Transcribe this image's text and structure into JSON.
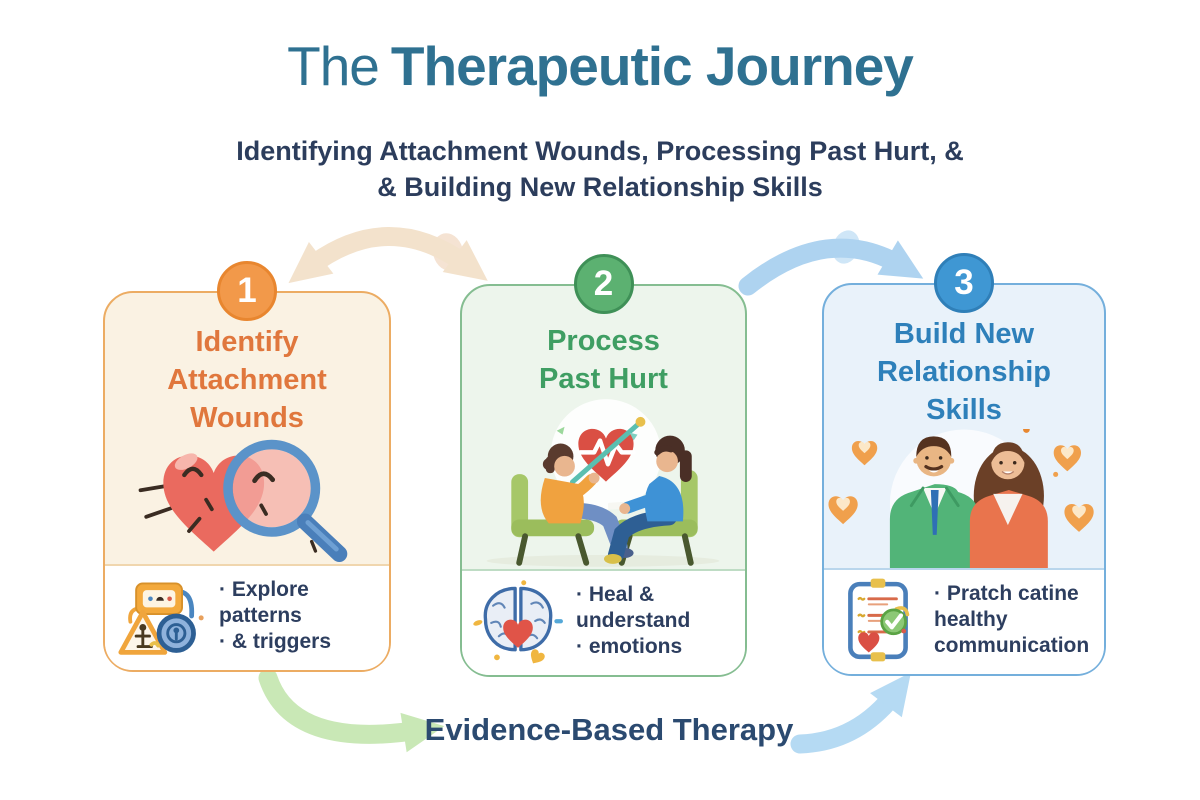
{
  "title": {
    "prefix": "The",
    "main": "Therapeutic Journey"
  },
  "subtitle": {
    "line1": "Identifying Attachment Wounds, Processing Past Hurt, &",
    "line2": "& Building New Relationship Skills"
  },
  "steps": [
    {
      "number": "1",
      "title_lines": [
        "Identify",
        "Attachment",
        "Wounds"
      ],
      "bullets": [
        "· Explore",
        "patterns",
        "· & triggers"
      ],
      "accent": "#e0773d",
      "border": "#ecac63",
      "background": "#faf2e3",
      "badge_color": "#f2994a"
    },
    {
      "number": "2",
      "title_lines": [
        "Process",
        "Past Hurt"
      ],
      "bullets": [
        "· Heal &",
        "understand",
        "· emotions"
      ],
      "accent": "#3f9e63",
      "border": "#85bd91",
      "background": "#edf5ec",
      "badge_color": "#5cb171"
    },
    {
      "number": "3",
      "title_lines": [
        "Build New",
        "Relationship",
        "Skills"
      ],
      "bullets": [
        "· Pratch catine",
        "healthy",
        "communication"
      ],
      "accent": "#2e80ba",
      "border": "#74afdc",
      "background": "#e9f2fa",
      "badge_color": "#3f97d3"
    }
  ],
  "footer": {
    "label": "Evidence-Based Therapy"
  },
  "icons": {
    "step1_illustration": "cracked-heart-magnifier-icon",
    "step1_detail": "warning-device-lock-icon",
    "step2_illustration": "therapy-session-icon",
    "step2_detail": "brain-heart-icon",
    "step3_illustration": "couple-hearts-icon",
    "step3_detail": "checklist-check-icon"
  },
  "colors": {
    "title_teal": "#2f7191",
    "subtitle_navy": "#2c3d5c",
    "bullet_navy": "#2d3e5f",
    "footer_navy": "#2b4a70",
    "arrow_beige": "#f3e2cc",
    "arrow_blue_top": "#aed3f0",
    "arrow_green": "#c9e8b6",
    "arrow_blue_bottom": "#b5daf3"
  }
}
